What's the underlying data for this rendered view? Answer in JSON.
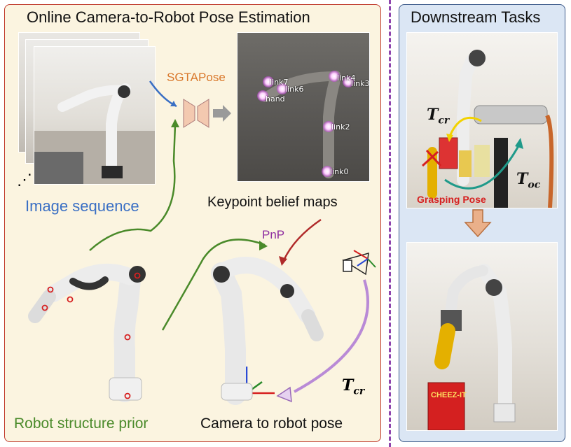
{
  "left_panel": {
    "title": "Online Camera-to-Robot Pose Estimation",
    "method_label": "SGTAPose",
    "image_sequence_caption": "Image sequence",
    "belief_maps_caption": "Keypoint belief maps",
    "pnp_label": "PnP",
    "structure_prior_caption": "Robot structure prior",
    "pose_caption": "Camera to robot pose",
    "ellipsis": "⋰",
    "keypoint_labels": [
      "link7",
      "link6",
      "hand",
      "link4",
      "link3",
      "link2",
      "link0"
    ],
    "pose_symbol": "T",
    "pose_subscript": "cr"
  },
  "right_panel": {
    "title": "Downstream Tasks",
    "grasping_label": "Grasping Pose",
    "tcr_symbol": "T",
    "tcr_subscript": "cr",
    "toc_symbol": "T",
    "toc_subscript": "oc",
    "box_text": "CHEEZ-IT"
  },
  "colors": {
    "left_border": "#c0392b",
    "right_border": "#3c5a8a",
    "divider": "#8e44ad",
    "image_sequence_blue": "#3a6fc4",
    "method_orange": "#d9772a",
    "prior_green": "#4a8a2a",
    "pnp_purple": "#8e2da0",
    "grasp_red": "#d62020"
  },
  "icons": [
    "cnn-bottleneck-icon",
    "camera-frustum-icon",
    "coordinate-axes-icon",
    "down-arrow-icon"
  ]
}
